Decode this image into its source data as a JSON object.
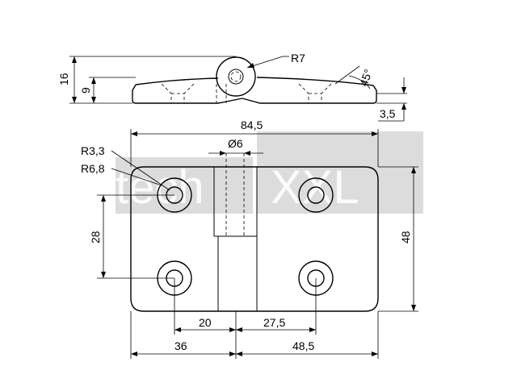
{
  "colors": {
    "line": "#000000",
    "watermark_bg": "#d9d9d9",
    "background": "#ffffff"
  },
  "watermark": {
    "brand_left": "tech",
    "brand_right": "XXL"
  },
  "dimensions": {
    "radius_knuckle": "R7",
    "angle_countersink": "45°",
    "height_total": "16",
    "height_leaf": "9",
    "thickness_leaf": "3,5",
    "width_total": "84,5",
    "hole_diameter_pin": "Ø6",
    "radius_hole": "R3,3",
    "radius_countersink": "R6,8",
    "spacing_vertical_holes": "28",
    "height_total_plan": "48",
    "offset_left_hole": "20",
    "offset_right_hole": "27,5",
    "width_left_part": "36",
    "width_right_part": "48,5"
  }
}
